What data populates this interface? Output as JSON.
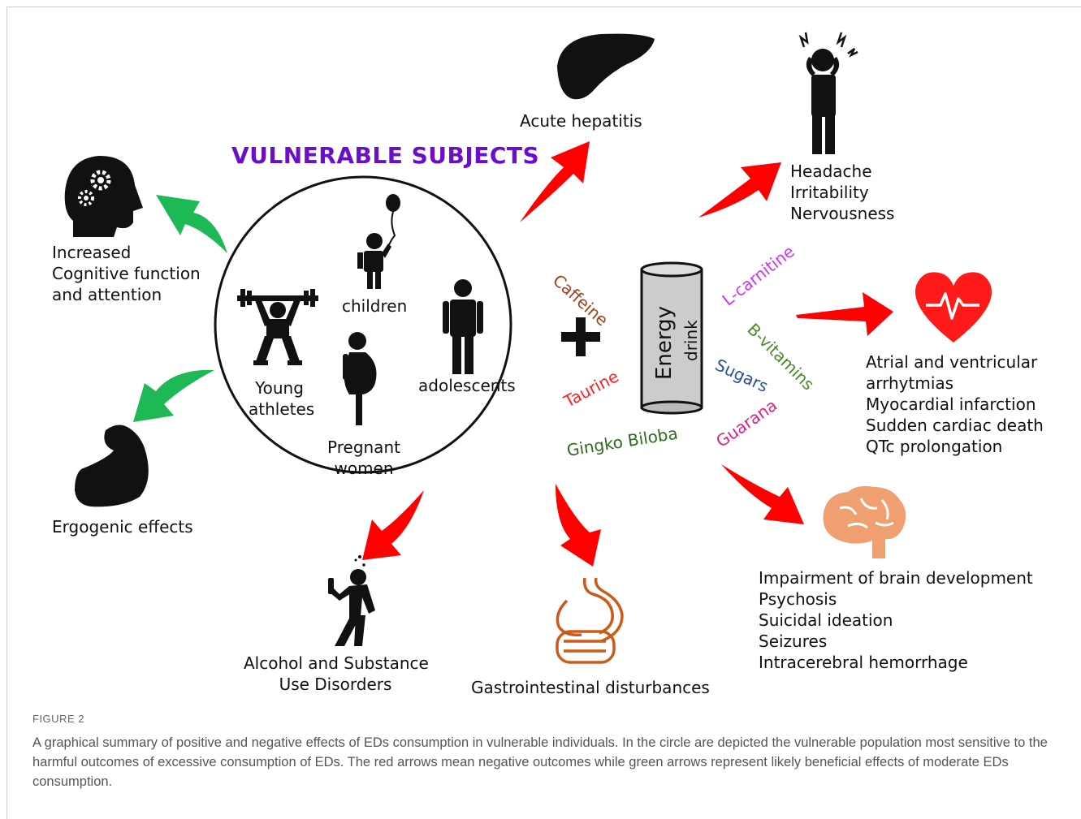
{
  "diagram": {
    "title": "VULNERABLE SUBJECTS",
    "subjects": {
      "children": "children",
      "young_athletes": [
        "Young",
        "athletes"
      ],
      "pregnant_women": [
        "Pregnant",
        "women"
      ],
      "adolescents": "adolescents"
    },
    "energy_drink": {
      "line1": "Energy",
      "line2": "drink"
    },
    "ingredients": {
      "caffeine": "Caffeine",
      "taurine": "Taurine",
      "gingko": "Gingko Biloba",
      "lcarnitine": "L-carnitine",
      "bvitamins": "B-vitamins",
      "sugars": "Sugars",
      "guarana": "Guarana"
    },
    "effects": {
      "cognitive": [
        "Increased",
        "Cognitive function",
        "and attention"
      ],
      "ergogenic": "Ergogenic effects",
      "hepatitis": "Acute hepatitis",
      "headache": [
        "Headache",
        "Irritability",
        "Nervousness"
      ],
      "cardiac": [
        "Atrial and ventricular",
        "arrhytmias",
        "Myocardial infarction",
        "Sudden cardiac death",
        "QTc prolongation"
      ],
      "brain": [
        "Impairment of brain development",
        "Psychosis",
        "Suicidal ideation",
        "Seizures",
        "Intracerebral hemorrhage"
      ],
      "gastro": "Gastrointestinal disturbances",
      "alcohol": [
        "Alcohol and Substance",
        "Use Disorders"
      ]
    },
    "colors": {
      "negative_arrow": "#ff0000",
      "positive_arrow": "#1db954",
      "title": "#6a0dcc",
      "caffeine": "#a0401a",
      "taurine": "#ff2020",
      "gingko": "#2e6b1f",
      "lcarnitine": "#cc33ff",
      "bvitamins": "#4a8a2a",
      "sugars": "#2a4fa0",
      "guarana": "#e0208a",
      "heart": "#ff1a1a",
      "brain": "#f0a070",
      "stomach": "#cc5a1a"
    }
  },
  "caption": {
    "figure_label": "FIGURE 2",
    "text": "A graphical summary of positive and negative effects of EDs consumption in vulnerable individuals. In the circle are depicted the vulnerable population most sensitive to the harmful outcomes of excessive consumption of EDs. The red arrows mean negative outcomes while green arrows represent likely beneficial effects of moderate EDs consumption."
  }
}
